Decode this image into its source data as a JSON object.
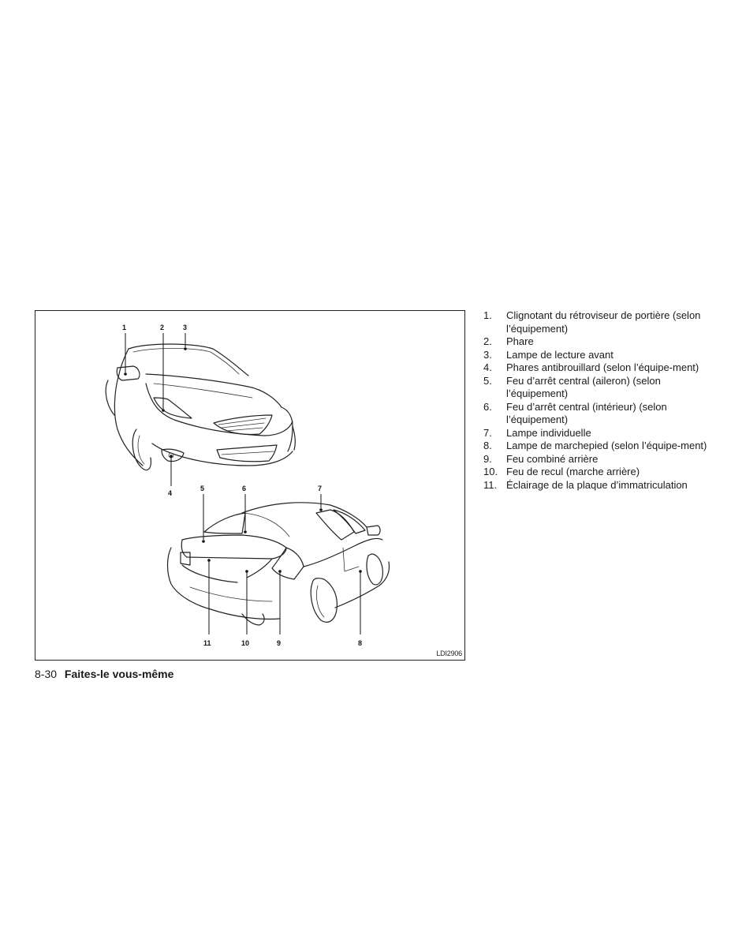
{
  "figure": {
    "code": "LDI2906",
    "callouts": {
      "c1": "1",
      "c2": "2",
      "c3": "3",
      "c4": "4",
      "c5": "5",
      "c6": "6",
      "c7": "7",
      "c8": "8",
      "c9": "9",
      "c10": "10",
      "c11": "11"
    }
  },
  "legend": [
    {
      "num": "1.",
      "text": "Clignotant du rétroviseur de portière (selon l’équipement)"
    },
    {
      "num": "2.",
      "text": "Phare"
    },
    {
      "num": "3.",
      "text": "Lampe de lecture avant"
    },
    {
      "num": "4.",
      "text": "Phares antibrouillard (selon l’équipe-ment)"
    },
    {
      "num": "5.",
      "text": "Feu d’arrêt central (aileron) (selon l’équipement)"
    },
    {
      "num": "6.",
      "text": "Feu d’arrêt central (intérieur) (selon l’équipement)"
    },
    {
      "num": "7.",
      "text": "Lampe individuelle"
    },
    {
      "num": "8.",
      "text": "Lampe de marchepied (selon l’équipe-ment)"
    },
    {
      "num": "9.",
      "text": "Feu combiné arrière"
    },
    {
      "num": "10.",
      "text": "Feu de recul (marche arrière)"
    },
    {
      "num": "11.",
      "text": "Éclairage de la plaque d’immatriculation"
    }
  ],
  "footer": {
    "page_number": "8-30",
    "section_title": "Faites-le vous-même"
  }
}
